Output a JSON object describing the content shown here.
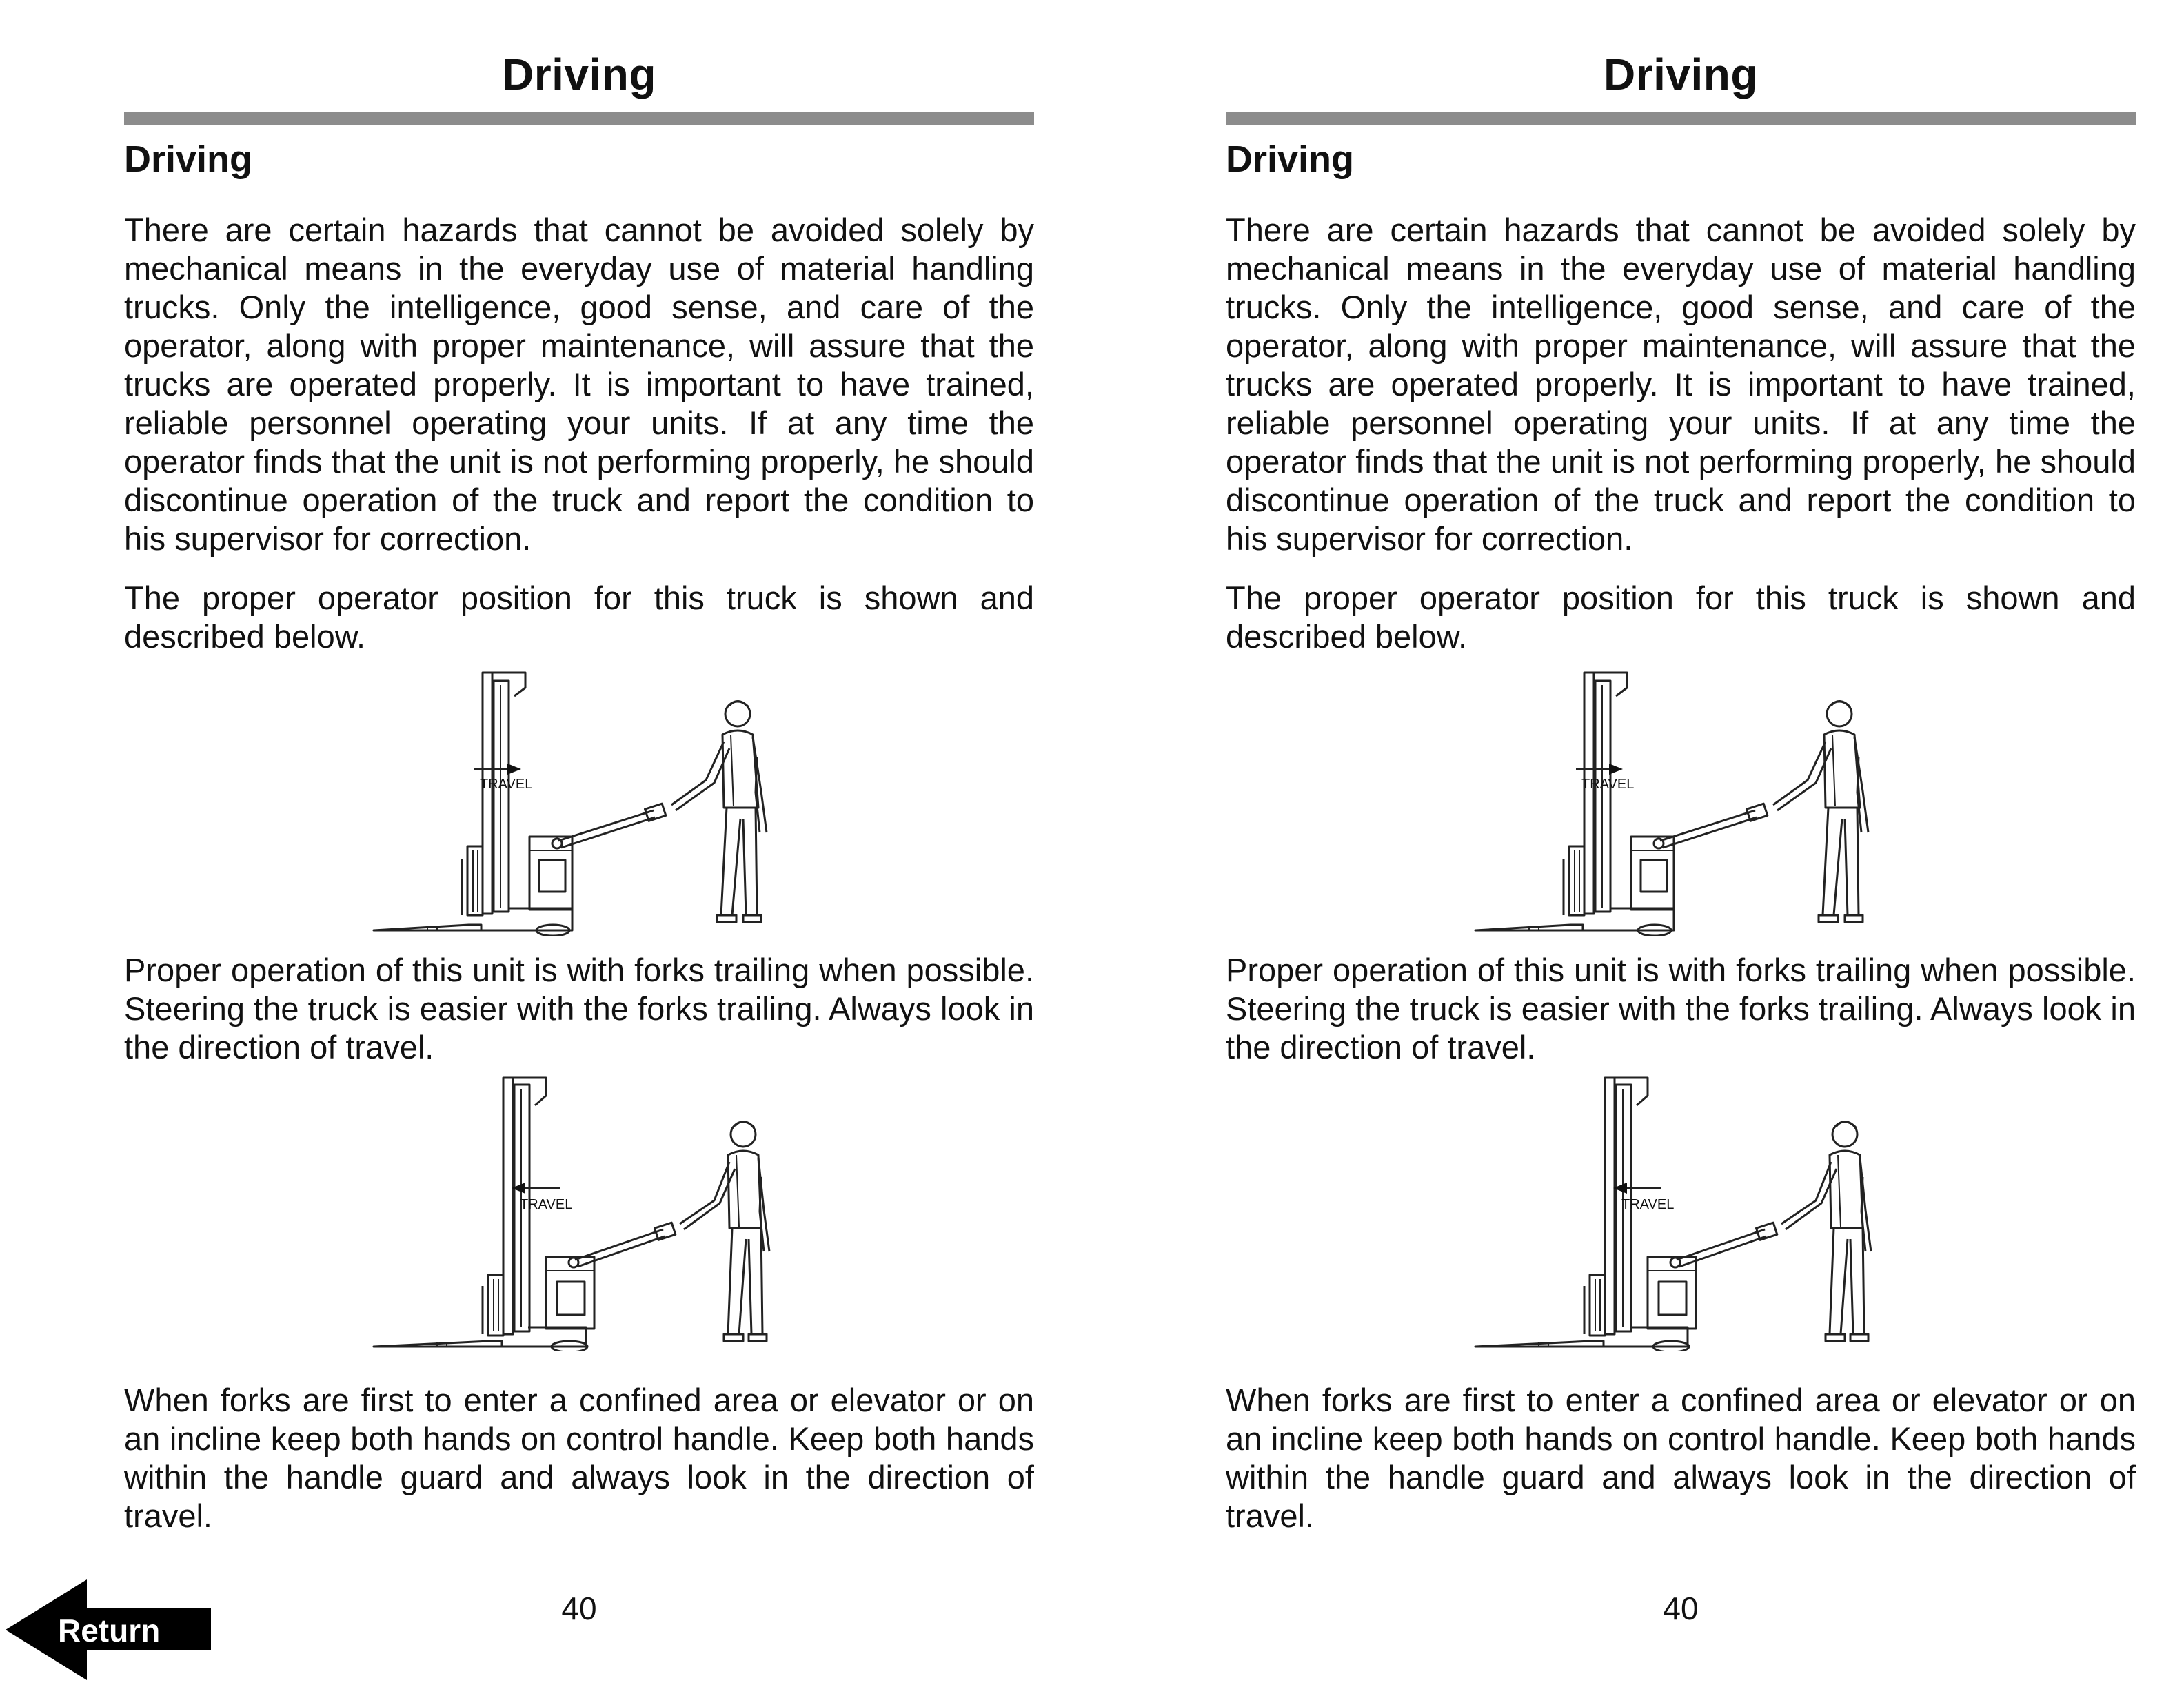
{
  "header_title": "Driving",
  "section_title": "Driving",
  "paragraphs": {
    "hazards": "There are certain hazards that cannot be avoided solely by mechanical means in the everyday use of material handling trucks. Only the intelligence, good sense, and care of the operator, along with proper maintenance, will assure that the trucks are operated properly. It is important to have trained, reliable personnel operating your units. If at any time the operator finds that the unit is not performing properly, he should discontinue operation of the truck and report the condition to his supervisor for correction.",
    "position": "The proper operator position for this truck is shown and described below.",
    "forks_trailing": "Proper operation of this unit is with forks trailing when possible. Steering the truck is easier with the forks trailing. Always look in the direction of travel.",
    "confined_area": "When forks are first to enter a confined area or elevator or on an incline keep both hands on control handle. Keep both hands within the handle guard and always look in the direction of travel."
  },
  "figures": {
    "forks_trailing": {
      "label": "TRAVEL",
      "arrow_direction": "right",
      "icon": "pallet-truck-illustration"
    },
    "forks_leading": {
      "label": "TRAVEL",
      "arrow_direction": "left",
      "icon": "pallet-truck-illustration"
    }
  },
  "page_number": "40",
  "navigation": {
    "return_label": "Return",
    "icon": "left-arrow-icon"
  }
}
